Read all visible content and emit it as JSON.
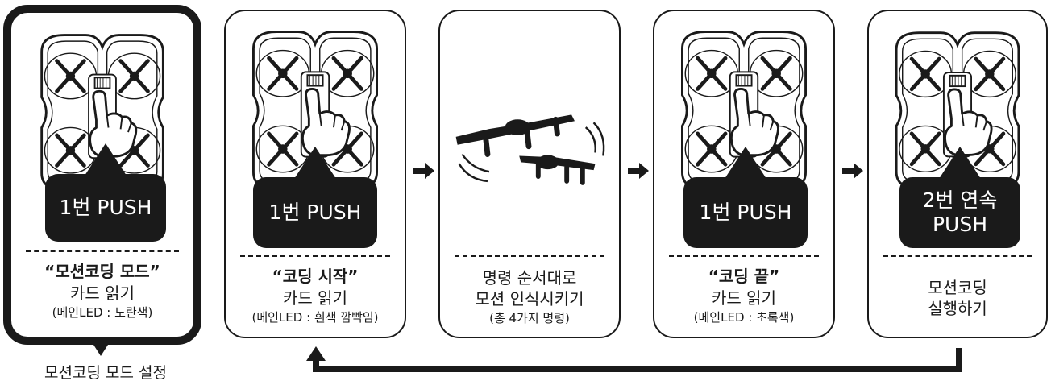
{
  "steps": [
    {
      "push": "1번 PUSH",
      "title": "“모션코딩 모드”",
      "main": "카드 읽기",
      "note": "(메인LED : 노란색)"
    },
    {
      "push": "1번 PUSH",
      "title": "“코딩 시작”",
      "main": "카드 읽기",
      "note": "(메인LED : 흰색  깜빡임)"
    },
    {
      "line1": "명령 순서대로",
      "line2": "모션 인식시키기",
      "note": "(총 4가지 명령)"
    },
    {
      "push": "1번 PUSH",
      "title": "“코딩 끝”",
      "main": "카드 읽기",
      "note": "(메인LED : 초록색)"
    },
    {
      "push_line1": "2번 연속",
      "push_line2": "PUSH",
      "line1": "모션코딩",
      "line2": "실행하기"
    }
  ],
  "caption": "모션코딩 모드 설정",
  "icons": {
    "drone": "drone-topview-icon",
    "hand": "pointing-hand-icon",
    "flying": "flying-drones-icon",
    "arrow": "arrow-right-icon"
  },
  "colors": {
    "ink": "#1a1a1a",
    "background": "#ffffff"
  }
}
